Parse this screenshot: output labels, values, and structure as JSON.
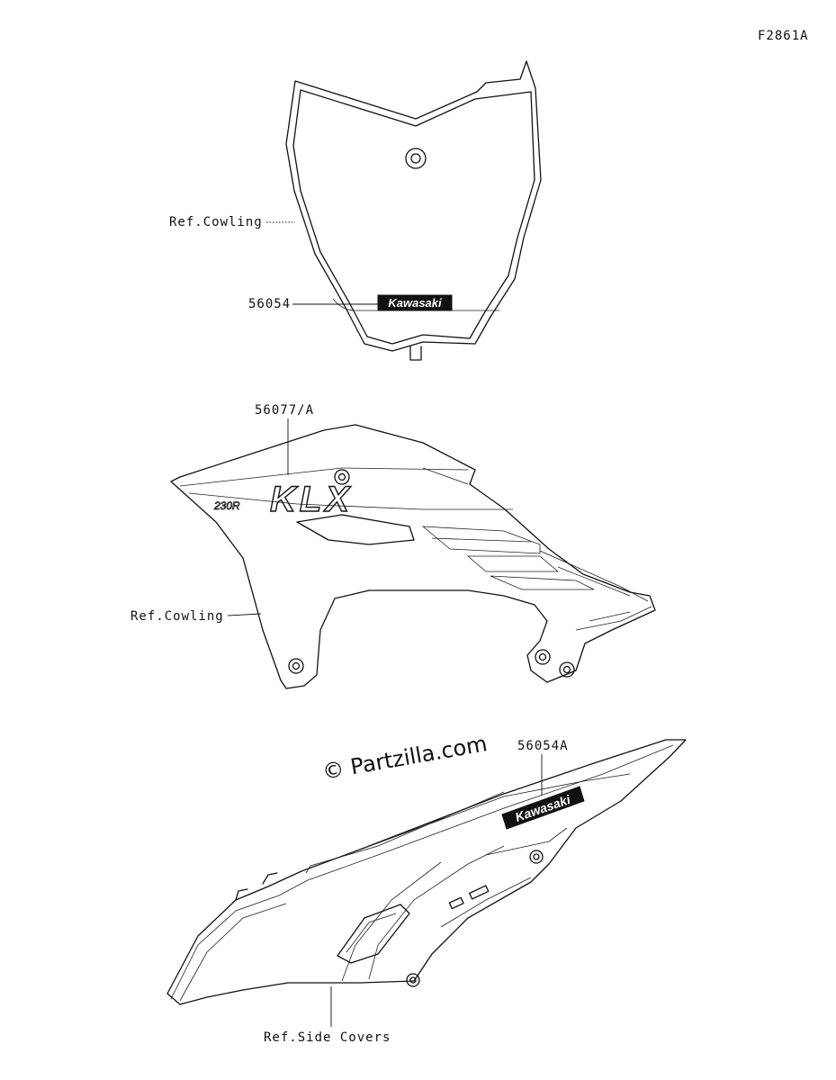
{
  "figure_code": "F2861A",
  "watermark": "© Partzilla.com",
  "parts": {
    "front_plate": {
      "cowling_ref": "Ref.Cowling",
      "part_number": "56054",
      "logo": "Kawasaki"
    },
    "shroud": {
      "part_number": "56077/A",
      "cowling_ref": "Ref.Cowling",
      "graphic_text": "KLX",
      "small_text": "230R"
    },
    "side_cover": {
      "part_number": "56054A",
      "logo": "Kawasaki",
      "side_covers_ref": "Ref.Side Covers"
    }
  }
}
